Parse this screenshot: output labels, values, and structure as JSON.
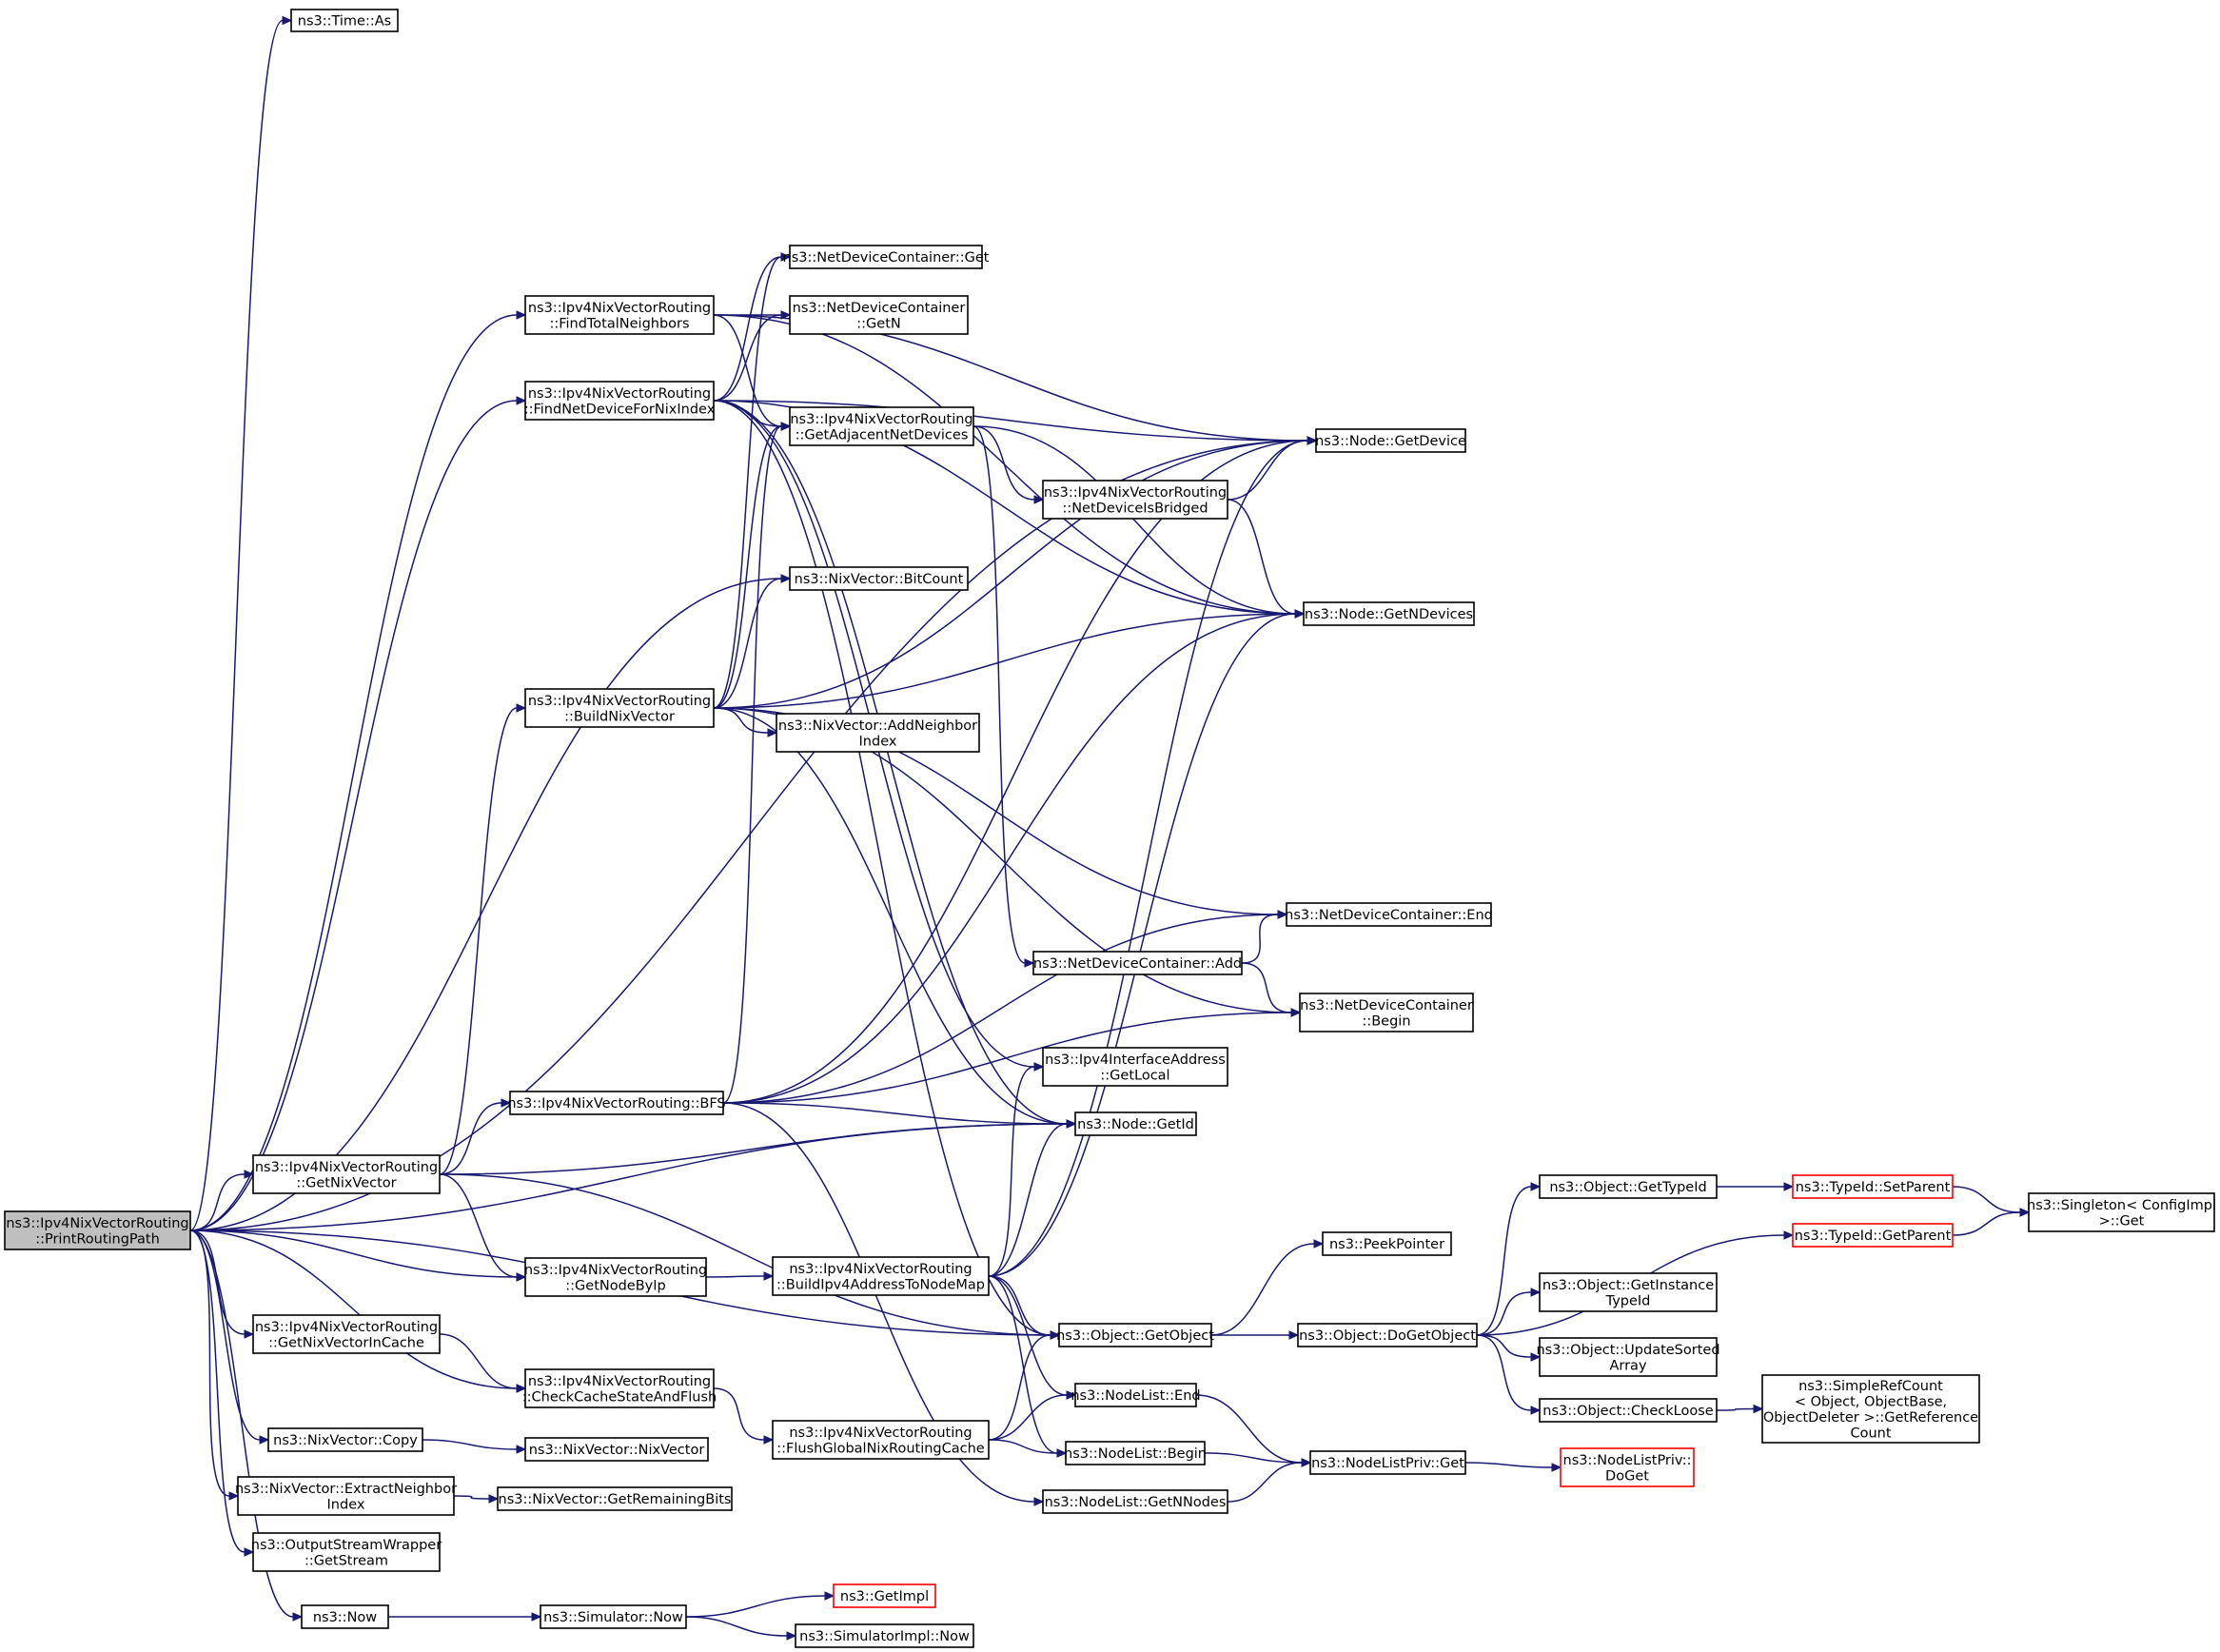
{
  "colors": {
    "edge": "#191970",
    "root_fill": "#bfbfbf",
    "border": "#000000",
    "truncated_border": "#ff0000"
  },
  "nodes": [
    {
      "id": "print",
      "lines": [
        "ns3::Ipv4NixVectorRouting",
        "::PrintRoutingPath"
      ],
      "style": "root"
    },
    {
      "id": "timeas",
      "lines": [
        "ns3::Time::As"
      ]
    },
    {
      "id": "findtotal",
      "lines": [
        "ns3::Ipv4NixVectorRouting",
        "::FindTotalNeighbors"
      ]
    },
    {
      "id": "findnet",
      "lines": [
        "ns3::Ipv4NixVectorRouting",
        "::FindNetDeviceForNixIndex"
      ]
    },
    {
      "id": "ndcget",
      "lines": [
        "ns3::NetDeviceContainer::Get"
      ]
    },
    {
      "id": "ndcgetn",
      "lines": [
        "ns3::NetDeviceContainer",
        "::GetN"
      ]
    },
    {
      "id": "getadj",
      "lines": [
        "ns3::Ipv4NixVectorRouting",
        "::GetAdjacentNetDevices"
      ]
    },
    {
      "id": "nodegetdevice",
      "lines": [
        "ns3::Node::GetDevice"
      ]
    },
    {
      "id": "bridged",
      "lines": [
        "ns3::Ipv4NixVectorRouting",
        "::NetDeviceIsBridged"
      ]
    },
    {
      "id": "bitcount",
      "lines": [
        "ns3::NixVector::BitCount"
      ]
    },
    {
      "id": "getndevices",
      "lines": [
        "ns3::Node::GetNDevices"
      ]
    },
    {
      "id": "buildnix",
      "lines": [
        "ns3::Ipv4NixVectorRouting",
        "::BuildNixVector"
      ]
    },
    {
      "id": "addneighbor",
      "lines": [
        "ns3::NixVector::AddNeighbor",
        "Index"
      ]
    },
    {
      "id": "ndcend",
      "lines": [
        "ns3::NetDeviceContainer::End"
      ]
    },
    {
      "id": "ndcadd",
      "lines": [
        "ns3::NetDeviceContainer::Add"
      ]
    },
    {
      "id": "ndcbegin",
      "lines": [
        "ns3::NetDeviceContainer",
        "::Begin"
      ]
    },
    {
      "id": "getlocal",
      "lines": [
        "ns3::Ipv4InterfaceAddress",
        "::GetLocal"
      ]
    },
    {
      "id": "bfs",
      "lines": [
        "ns3::Ipv4NixVectorRouting::BFS"
      ]
    },
    {
      "id": "nodegetid",
      "lines": [
        "ns3::Node::GetId"
      ]
    },
    {
      "id": "getnixvector",
      "lines": [
        "ns3::Ipv4NixVectorRouting",
        "::GetNixVector"
      ]
    },
    {
      "id": "gettypeid",
      "lines": [
        "ns3::Object::GetTypeId"
      ]
    },
    {
      "id": "setparent",
      "lines": [
        "ns3::TypeId::SetParent"
      ],
      "style": "red"
    },
    {
      "id": "singleton",
      "lines": [
        "ns3::Singleton< ConfigImpl",
        ">::Get"
      ]
    },
    {
      "id": "getparent",
      "lines": [
        "ns3::TypeId::GetParent"
      ],
      "style": "red"
    },
    {
      "id": "getnodebyip",
      "lines": [
        "ns3::Ipv4NixVectorRouting",
        "::GetNodeByIp"
      ]
    },
    {
      "id": "buildipv4",
      "lines": [
        "ns3::Ipv4NixVectorRouting",
        "::BuildIpv4AddressToNodeMap"
      ]
    },
    {
      "id": "peekpointer",
      "lines": [
        "ns3::PeekPointer"
      ]
    },
    {
      "id": "getinstancetypeid",
      "lines": [
        "ns3::Object::GetInstance",
        "TypeId"
      ]
    },
    {
      "id": "getnixcache",
      "lines": [
        "ns3::Ipv4NixVectorRouting",
        "::GetNixVectorInCache"
      ]
    },
    {
      "id": "objgetobject",
      "lines": [
        "ns3::Object::GetObject"
      ]
    },
    {
      "id": "dogetobject",
      "lines": [
        "ns3::Object::DoGetObject"
      ]
    },
    {
      "id": "updatesorted",
      "lines": [
        "ns3::Object::UpdateSorted",
        "Array"
      ]
    },
    {
      "id": "checkcache",
      "lines": [
        "ns3::Ipv4NixVectorRouting",
        "::CheckCacheStateAndFlush"
      ]
    },
    {
      "id": "nodelistend",
      "lines": [
        "ns3::NodeList::End"
      ]
    },
    {
      "id": "simplerefcount",
      "lines": [
        "ns3::SimpleRefCount",
        "< Object, ObjectBase,",
        "ObjectDeleter >::GetReference",
        "Count"
      ]
    },
    {
      "id": "checkloose",
      "lines": [
        "ns3::Object::CheckLoose"
      ]
    },
    {
      "id": "flushglobal",
      "lines": [
        "ns3::Ipv4NixVectorRouting",
        "::FlushGlobalNixRoutingCache"
      ]
    },
    {
      "id": "nixcopy",
      "lines": [
        "ns3::NixVector::Copy"
      ]
    },
    {
      "id": "nixnixvector",
      "lines": [
        "ns3::NixVector::NixVector"
      ]
    },
    {
      "id": "nodelistbegin",
      "lines": [
        "ns3::NodeList::Begin"
      ]
    },
    {
      "id": "nodelistprivget",
      "lines": [
        "ns3::NodeListPriv::Get"
      ]
    },
    {
      "id": "nodelistprivdoget",
      "lines": [
        "ns3::NodeListPriv::",
        "DoGet"
      ],
      "style": "red"
    },
    {
      "id": "extractneighbor",
      "lines": [
        "ns3::NixVector::ExtractNeighbor",
        "Index"
      ]
    },
    {
      "id": "getremainingbits",
      "lines": [
        "ns3::NixVector::GetRemainingBits"
      ]
    },
    {
      "id": "getnnodes",
      "lines": [
        "ns3::NodeList::GetNNodes"
      ]
    },
    {
      "id": "getstream",
      "lines": [
        "ns3::OutputStreamWrapper",
        "::GetStream"
      ]
    },
    {
      "id": "now",
      "lines": [
        "ns3::Now"
      ]
    },
    {
      "id": "simnow",
      "lines": [
        "ns3::Simulator::Now"
      ]
    },
    {
      "id": "getimpl",
      "lines": [
        "ns3::GetImpl"
      ],
      "style": "red"
    },
    {
      "id": "simimplnow",
      "lines": [
        "ns3::SimulatorImpl::Now"
      ]
    }
  ],
  "edges": [
    [
      "print",
      "timeas"
    ],
    [
      "print",
      "nodegetdevice"
    ],
    [
      "print",
      "findtotal"
    ],
    [
      "print",
      "findnet"
    ],
    [
      "print",
      "bitcount"
    ],
    [
      "print",
      "nodegetid"
    ],
    [
      "print",
      "getnixvector"
    ],
    [
      "print",
      "getnodebyip"
    ],
    [
      "print",
      "objgetobject"
    ],
    [
      "print",
      "getnixcache"
    ],
    [
      "print",
      "checkcache"
    ],
    [
      "print",
      "nixcopy"
    ],
    [
      "print",
      "extractneighbor"
    ],
    [
      "print",
      "getstream"
    ],
    [
      "print",
      "now"
    ],
    [
      "findtotal",
      "nodegetdevice"
    ],
    [
      "findtotal",
      "getndevices"
    ],
    [
      "findtotal",
      "ndcgetn"
    ],
    [
      "findtotal",
      "getadj"
    ],
    [
      "findnet",
      "ndcget"
    ],
    [
      "findnet",
      "ndcgetn"
    ],
    [
      "findnet",
      "getadj"
    ],
    [
      "findnet",
      "getndevices"
    ],
    [
      "findnet",
      "nodegetdevice"
    ],
    [
      "findnet",
      "nodegetid"
    ],
    [
      "findnet",
      "getlocal"
    ],
    [
      "findnet",
      "objgetobject"
    ],
    [
      "getadj",
      "bridged"
    ],
    [
      "getadj",
      "getndevices"
    ],
    [
      "getadj",
      "ndcadd"
    ],
    [
      "bridged",
      "nodegetdevice"
    ],
    [
      "bridged",
      "getndevices"
    ],
    [
      "buildnix",
      "bitcount"
    ],
    [
      "buildnix",
      "getadj"
    ],
    [
      "buildnix",
      "ndcget"
    ],
    [
      "buildnix",
      "nodegetdevice"
    ],
    [
      "buildnix",
      "getndevices"
    ],
    [
      "buildnix",
      "addneighbor"
    ],
    [
      "buildnix",
      "ndcend"
    ],
    [
      "buildnix",
      "ndcbegin"
    ],
    [
      "buildnix",
      "nodegetid"
    ],
    [
      "ndcadd",
      "ndcend"
    ],
    [
      "ndcadd",
      "ndcbegin"
    ],
    [
      "bfs",
      "getadj"
    ],
    [
      "bfs",
      "nodegetdevice"
    ],
    [
      "bfs",
      "getndevices"
    ],
    [
      "bfs",
      "ndcend"
    ],
    [
      "bfs",
      "nodegetid"
    ],
    [
      "bfs",
      "ndcbegin"
    ],
    [
      "bfs",
      "getnnodes"
    ],
    [
      "getnixvector",
      "buildnix"
    ],
    [
      "getnixvector",
      "bfs"
    ],
    [
      "getnixvector",
      "nodegetid"
    ],
    [
      "getnixvector",
      "getnodebyip"
    ],
    [
      "getnixvector",
      "objgetobject"
    ],
    [
      "getnodebyip",
      "buildipv4"
    ],
    [
      "buildipv4",
      "getlocal"
    ],
    [
      "buildipv4",
      "nodegetid"
    ],
    [
      "buildipv4",
      "nodegetdevice"
    ],
    [
      "buildipv4",
      "getndevices"
    ],
    [
      "buildipv4",
      "objgetobject"
    ],
    [
      "buildipv4",
      "nodelistend"
    ],
    [
      "buildipv4",
      "nodelistbegin"
    ],
    [
      "objgetobject",
      "peekpointer"
    ],
    [
      "objgetobject",
      "dogetobject"
    ],
    [
      "dogetobject",
      "gettypeid"
    ],
    [
      "dogetobject",
      "getparent"
    ],
    [
      "dogetobject",
      "getinstancetypeid"
    ],
    [
      "dogetobject",
      "updatesorted"
    ],
    [
      "dogetobject",
      "checkloose"
    ],
    [
      "gettypeid",
      "setparent"
    ],
    [
      "setparent",
      "singleton"
    ],
    [
      "getparent",
      "singleton"
    ],
    [
      "checkloose",
      "simplerefcount"
    ],
    [
      "getnixcache",
      "checkcache"
    ],
    [
      "checkcache",
      "flushglobal"
    ],
    [
      "flushglobal",
      "objgetobject"
    ],
    [
      "flushglobal",
      "nodelistend"
    ],
    [
      "flushglobal",
      "nodelistbegin"
    ],
    [
      "nodelistend",
      "nodelistprivget"
    ],
    [
      "nodelistbegin",
      "nodelistprivget"
    ],
    [
      "getnnodes",
      "nodelistprivget"
    ],
    [
      "nodelistprivget",
      "nodelistprivdoget"
    ],
    [
      "nixcopy",
      "nixnixvector"
    ],
    [
      "extractneighbor",
      "getremainingbits"
    ],
    [
      "now",
      "simnow"
    ],
    [
      "simnow",
      "getimpl"
    ],
    [
      "simnow",
      "simimplnow"
    ]
  ]
}
